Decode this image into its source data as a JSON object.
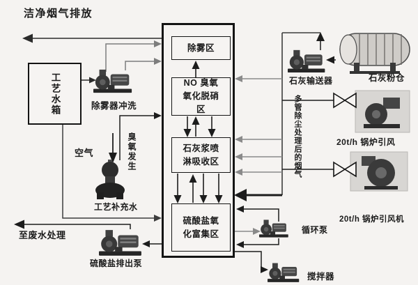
{
  "diagram": {
    "title": "洁净烟气排放",
    "colors": {
      "background": "#f5f3f1",
      "line": "#2b2b2b",
      "gray_arrow": "#8a8a8a"
    },
    "tower": {
      "zones": [
        {
          "label": "除雾区"
        },
        {
          "label": "NO 臭氧氧化脱硝区"
        },
        {
          "label": "石灰浆喷淋吸收区"
        },
        {
          "label": "硫酸盐氧化富集区"
        }
      ]
    },
    "labels": {
      "process_water_tank": "工艺水箱",
      "demister_flush": "除雾器冲洗",
      "air": "空气",
      "ozone_generation": "臭氧发生",
      "process_makeup_water": "工艺补充水",
      "to_wastewater": "至废水处理",
      "sulfate_discharge_pump": "硫酸盐排出泵",
      "lime_conveyor": "石灰输送器",
      "lime_silo": "石灰粉仓",
      "boiler_fan_top": "20t/h 锅炉引风",
      "flue_gas_line": "多管除尘处理后的烟气",
      "boiler_fan_bottom": "20t/h 锅炉引风机",
      "circulation_pump": "循环泵",
      "agitator": "搅拌器"
    }
  }
}
